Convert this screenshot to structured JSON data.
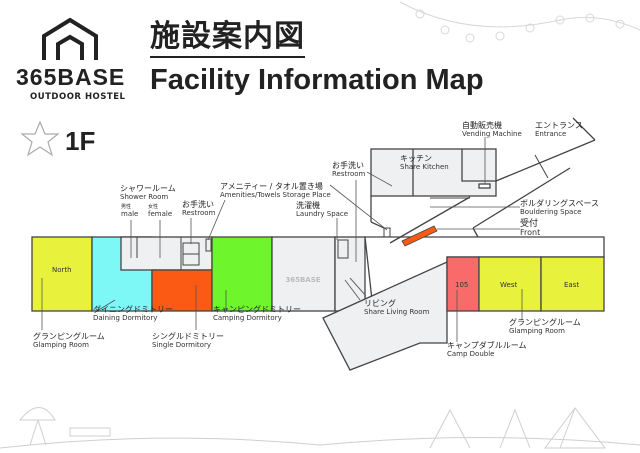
{
  "header": {
    "logo_name": "365BASE",
    "logo_sub": "OUTDOOR HOSTEL",
    "title_jp": "施設案内図",
    "title_en": "Facility Information Map"
  },
  "floor": "1F",
  "watermark": "365BASE",
  "rooms": {
    "north": "North",
    "r105": "105",
    "west": "West",
    "east": "East"
  },
  "labels": {
    "shower": {
      "jp": "シャワールーム",
      "en": "Shower Room"
    },
    "male": {
      "jp": "男性",
      "en": "male"
    },
    "female": {
      "jp": "女性",
      "en": "female"
    },
    "restroom1": {
      "jp": "お手洗い",
      "en": "Restroom"
    },
    "amenities": {
      "jp": "アメニティー / タオル置き場",
      "en": "Amenities/Towels Storage Place"
    },
    "laundry": {
      "jp": "洗濯機",
      "en": "Laundry Space"
    },
    "restroom2": {
      "jp": "お手洗い",
      "en": "Restroom"
    },
    "kitchen": {
      "jp": "キッチン",
      "en": "Share Kitchen"
    },
    "vending": {
      "jp": "自動販売機",
      "en": "Vending Machine"
    },
    "entrance": {
      "jp": "エントランス",
      "en": "Entrance"
    },
    "bouldering": {
      "jp": "ボルダリングスペース",
      "en": "Bouldering Space"
    },
    "front": {
      "jp": "受付",
      "en": "Front"
    },
    "living": {
      "jp": "リビング",
      "en": "Share Living Room"
    },
    "dining_dorm": {
      "jp": "ダイニングドミトリー",
      "en": "Daining Dormitory"
    },
    "camping_dorm": {
      "jp": "キャンピングドミトリー",
      "en": "Camping Dormitory"
    },
    "glamping_left": {
      "jp": "グランピングルーム",
      "en": "Glamping Room"
    },
    "single_dorm": {
      "jp": "シングルドミトリー",
      "en": "Single Dormitory"
    },
    "glamping_right": {
      "jp": "グランピングルーム",
      "en": "Glamping Room"
    },
    "camp_double": {
      "jp": "キャンプダブルルーム",
      "en": "Camp Double"
    }
  },
  "colors": {
    "glamping": "#e8f23c",
    "dining": "#7ef8f6",
    "single": "#fb5a14",
    "camping": "#6ef52c",
    "double": "#f96b6b",
    "front": "#fb5a14",
    "floor": "#eef0f1"
  }
}
